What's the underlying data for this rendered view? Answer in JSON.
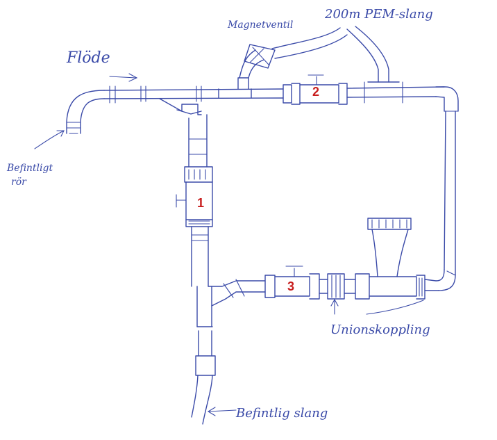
{
  "labels": {
    "flow": "Flöde",
    "existing_pipe_line1": "Befintligt",
    "existing_pipe_line2": "rör",
    "magnet_valve": "Magnetventil",
    "pem_hose": "200m PEM-slang",
    "union_coupling": "Unionskoppling",
    "existing_hose": "Befintlig slang"
  },
  "markers": {
    "valve_1": "1",
    "valve_2": "2",
    "valve_3": "3"
  },
  "colors": {
    "ink": "#3a4aa8",
    "marker": "#c81e1e",
    "background": "#ffffff"
  }
}
